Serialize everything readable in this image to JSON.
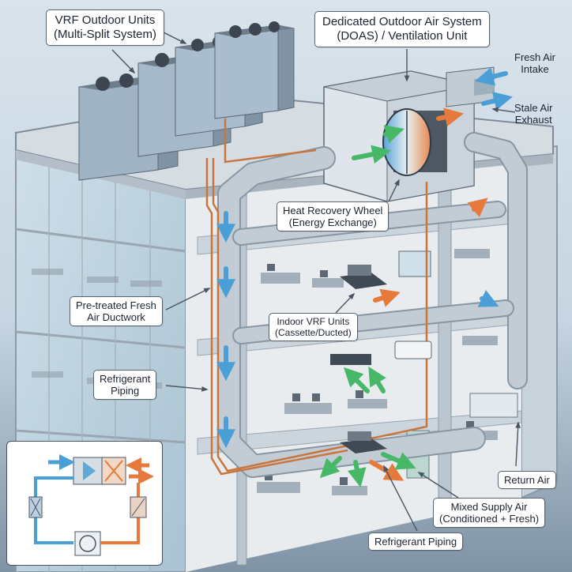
{
  "labels": {
    "vrf_outdoor": {
      "line1": "VRF Outdoor Units",
      "line2": "(Multi-Split System)"
    },
    "doas": {
      "line1": "Dedicated Outdoor Air System",
      "line2": "(DOAS) / Ventilation Unit"
    },
    "fresh_air": {
      "line1": "Fresh Air",
      "line2": "Intake"
    },
    "stale_air": {
      "line1": "Stale Air",
      "line2": "Exhaust"
    },
    "heat_wheel": {
      "line1": "Heat Recovery Wheel",
      "line2": "(Energy Exchange)"
    },
    "pretreated_duct": {
      "line1": "Pre-treated Fresh",
      "line2": "Air Ductwork"
    },
    "indoor_vrf": {
      "line1": "Indoor VRF Units",
      "line2": "(Cassette/Ducted)"
    },
    "refrigerant_left": {
      "line1": "Refrigerant",
      "line2": "Piping"
    },
    "return_air": {
      "line1": "Return Air"
    },
    "mixed_supply": {
      "line1": "Mixed Supply Air",
      "line2": "(Conditioned + Fresh)"
    },
    "refrigerant_bottom": {
      "line1": "Refrigerant Piping"
    }
  },
  "icons": [
    "fan-icon",
    "heat-wheel-icon",
    "cassette-icon",
    "wall-split-icon",
    "flow-arrow-icon"
  ],
  "colors": {
    "sky": "#c7d6e2",
    "building_frame": "#9aa6b2",
    "glass": "#b9d0de",
    "duct": "#bcc6d0",
    "fresh_air_arrow": "#4a9fd6",
    "supply_arrow": "#46b868",
    "warm_arrow": "#e67a3c",
    "refrigerant_pipe": "#c8763e",
    "callout_border": "#5a6470"
  }
}
